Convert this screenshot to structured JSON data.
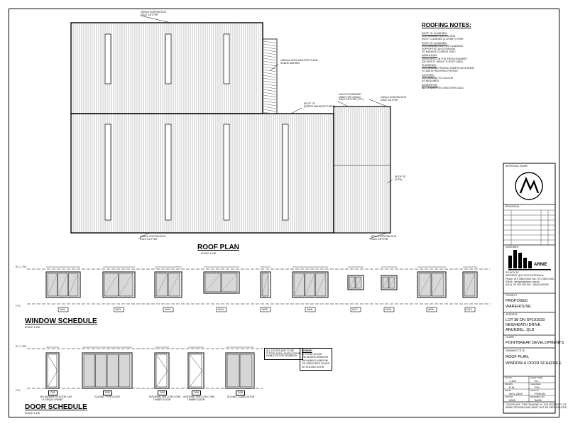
{
  "roof_plan": {
    "title": "ROOF PLAN",
    "scale": "SCALE 1:100",
    "callouts": {
      "gutter_top": "150mm CONTINUOUS\nEAVE GUTTER",
      "screen": "1800mm HIGH ARCHITECTURAL\nSHADE AWNING",
      "roof_a": "ROOF \"A\"\n(REFER MANUFACTURER)",
      "downpipe": "100x75 DOWNPIPE\nUSED FOR 125mm\nEAVE GUTTER (TYP.)",
      "gutter_right": "125mm CONTINUOUS\nEAVE GUTTER",
      "roof_b": "ROOF \"B\"\n(2.5%)",
      "gutter_bottom_left": "150mm CONTINUOUS\nEAVE GUTTER",
      "gutter_bottom_right": "125mm CONTINUOUS\nEAVE GUTTER",
      "slope_label": "2.5%"
    },
    "notes_title": "ROOFING NOTES:",
    "notes": [
      "ROOF \"A\" CLADDING:",
      "COLORBOND CUSTOM ORB",
      "ROOF CLADDING (0.42 BMT) OVER",
      "ROOF \"B\" CLADDING:",
      "COLORBOND KLIP-LOK CLADDING",
      "SUPPORTED ON Z-PURLINS",
      "TO MANUFACTURERS SPEC.",
      "INSULATION:",
      "50mm ANTICON FOIL FACED BLANKET",
      "ON SAFETY MESH TO ROOF AREA",
      "FLASHINGS:",
      "COLORBOND PROFILE SHEETS AS SHOWN",
      "TO MATCH ROOFING PROFILE",
      "GUTTERS:",
      "COLORBOND TO COLOUR",
      "AS REQUIRED",
      "DOWNPIPES:",
      "ALL DOWNPIPES 100x75 RHS GALV."
    ]
  },
  "window_schedule": {
    "title": "WINDOW SCHEDULE",
    "scale": "SCALE 1:100",
    "level_top": "R.L 2.700",
    "level_bottom": "F.F.L",
    "tags": [
      "W01",
      "W02",
      "W03",
      "W04",
      "W05",
      "W06",
      "W07",
      "W08",
      "W09",
      "W10"
    ]
  },
  "door_schedule": {
    "title": "DOOR SCHEDULE",
    "scale": "SCALE 1:100",
    "level_top": "R.L 2.700",
    "level_bottom": "F.F.L",
    "doors": [
      {
        "tag": "D01",
        "label": "DELAMINAR PA DOOR C/W\nH GRADE FRAME"
      },
      {
        "tag": "D02",
        "label": "SLIDING TYPE DOOR"
      },
      {
        "tag": "D03",
        "label": "INTERNAL HOLLOW CORE\nTIMBER DOOR"
      },
      {
        "tag": "D04",
        "label": "INTERNAL HOLLOW CORE\nTIMBER DOOR"
      },
      {
        "tag": "D05",
        "label": "SLIDING GLASS DOOR"
      }
    ],
    "note": "ALL DOORS ARE TO BE\nFITTED WITH LEVER ACTION\nHANDLES FOR DISABLED",
    "legend_title": "LEGEND",
    "legend": [
      "FF  FIXED GLASS",
      "SW  SLIDING WINDOW",
      "AW  AWNING WINDOW",
      "OG  OBSCURED GLASS",
      "SD  SLIDING DOOR"
    ]
  },
  "title_block": {
    "approval_stamp": "APPROVAL STAMP",
    "revisions": "REVISIONS",
    "designer": "DESIGNER",
    "company": "ARNIE",
    "company_details": [
      "PO BOX 33",
      "ARUNDEL QLD 4214 AUSTRALIA",
      "Phone: (07) 5500 0000  Fax: (07) 5500 0000",
      "EMAIL: designs@arnie.com.au",
      "A.B.N. 00 000 000 000  ·  QBSA 000000"
    ],
    "project_label": "PROJECT",
    "project": [
      "PROPOSED",
      "WAREHOUSE"
    ],
    "address_label": "ADDRESS",
    "address": [
      "LOT 38 ON SP191033",
      "NEWHEATH DRIVE",
      "ARUNDEL, QLD"
    ],
    "client_label": "CLIENT",
    "client": "POINTBREAK DEVELOPMENTS",
    "drawing_title_label": "DRAWING TITLE",
    "drawing_title": [
      "ROOF PLAN,",
      "WINDOW & DOOR SCHEDULE"
    ],
    "meta": [
      {
        "label": "SCALE",
        "value": "1:100"
      },
      {
        "label": "SHEET SIZE",
        "value": "A3"
      },
      {
        "label": "DRAWN",
        "value": "R.M."
      },
      {
        "label": "CHECKED",
        "value": "P.M."
      },
      {
        "label": "DATE",
        "value": "NOV 2009"
      },
      {
        "label": "STATUS",
        "value": "PRELIM"
      },
      {
        "label": "JOB NO.",
        "value": "0000"
      },
      {
        "label": "DRAWING NO.",
        "value": "BA05"
      }
    ],
    "footer": "COPYRIGHT: THIS DRAWING IS THE PROPERTY OF\nARNIE DESIGNS AND MUST NOT BE REPRODUCED"
  }
}
